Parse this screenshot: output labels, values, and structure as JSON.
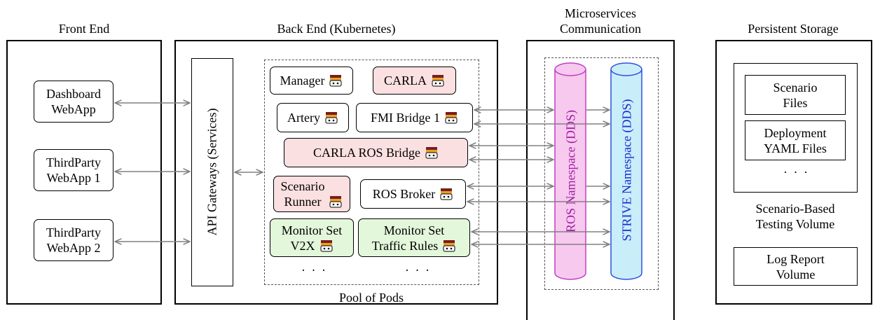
{
  "headings": {
    "front_end": "Front End",
    "back_end": "Back End (Kubernetes)",
    "microservices_line1": "Microservices",
    "microservices_line2": "Communication",
    "storage": "Persistent Storage"
  },
  "front_end": {
    "apps": [
      {
        "line1": "Dashboard",
        "line2": "WebApp"
      },
      {
        "line1": "ThirdParty",
        "line2": "WebApp 1"
      },
      {
        "line1": "ThirdParty",
        "line2": "WebApp 2"
      }
    ]
  },
  "back_end": {
    "api_gateway": "API Gateways (Services)",
    "pool_label": "Pool of Pods",
    "pods": {
      "manager": "Manager",
      "carla": "CARLA",
      "artery": "Artery",
      "fmi_bridge": "FMI Bridge 1",
      "carla_ros_bridge": "CARLA ROS Bridge",
      "scenario_runner_1": "Scenario",
      "scenario_runner_2": "Runner",
      "ros_broker": "ROS Broker",
      "monitor_v2x_1": "Monitor Set",
      "monitor_v2x_2": "V2X",
      "monitor_traffic_1": "Monitor Set",
      "monitor_traffic_2": "Traffic Rules"
    },
    "ellipsis": "· · ·"
  },
  "microservices": {
    "ros_namespace": "ROS Namespace (DDS)",
    "strive_namespace": "STRIVE Namespace (DDS)"
  },
  "storage": {
    "scenario_files_1": "Scenario",
    "scenario_files_2": "Files",
    "deployment_1": "Deployment",
    "deployment_2": "YAML Files",
    "ellipsis": "· · ·",
    "volume_1": "Scenario-Based",
    "volume_2": "Testing Volume",
    "log_1": "Log Report",
    "log_2": "Volume"
  },
  "colors": {
    "pink": "#fbe0e1",
    "green": "#e3f7db",
    "ros_cylinder": "#f7c9ef",
    "ros_border": "#c040c0",
    "strive_cylinder": "#c9eefa",
    "strive_border": "#3050e0",
    "arrow": "#808080"
  }
}
